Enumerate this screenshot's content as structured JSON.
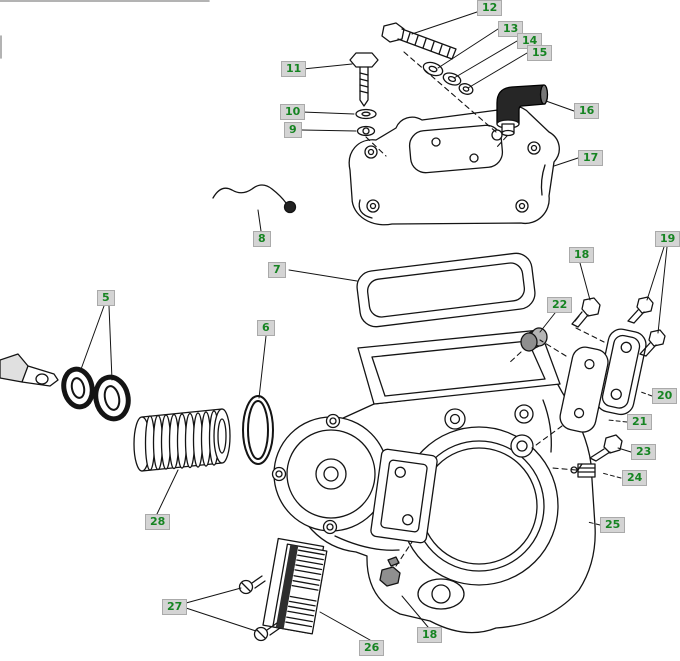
{
  "diagram": {
    "type": "exploded-parts-diagram",
    "colors": {
      "background": "#ffffff",
      "callout-bg": "#d4d4d4",
      "callout-border": "#aaaaaa",
      "callout-text": "#168422",
      "line": "#141414"
    },
    "callouts": [
      {
        "id": "12",
        "label": "12"
      },
      {
        "id": "13",
        "label": "13"
      },
      {
        "id": "14",
        "label": "14"
      },
      {
        "id": "15",
        "label": "15"
      },
      {
        "id": "11",
        "label": "11"
      },
      {
        "id": "16",
        "label": "16"
      },
      {
        "id": "10",
        "label": "10"
      },
      {
        "id": "9",
        "label": "9"
      },
      {
        "id": "17",
        "label": "17"
      },
      {
        "id": "8",
        "label": "8"
      },
      {
        "id": "7",
        "label": "7"
      },
      {
        "id": "18a",
        "label": "18"
      },
      {
        "id": "19",
        "label": "19"
      },
      {
        "id": "5",
        "label": "5"
      },
      {
        "id": "22",
        "label": "22"
      },
      {
        "id": "6",
        "label": "6"
      },
      {
        "id": "20",
        "label": "20"
      },
      {
        "id": "21",
        "label": "21"
      },
      {
        "id": "23",
        "label": "23"
      },
      {
        "id": "24",
        "label": "24"
      },
      {
        "id": "28",
        "label": "28"
      },
      {
        "id": "25",
        "label": "25"
      },
      {
        "id": "27",
        "label": "27"
      },
      {
        "id": "18b",
        "label": "18"
      },
      {
        "id": "26",
        "label": "26"
      }
    ]
  }
}
